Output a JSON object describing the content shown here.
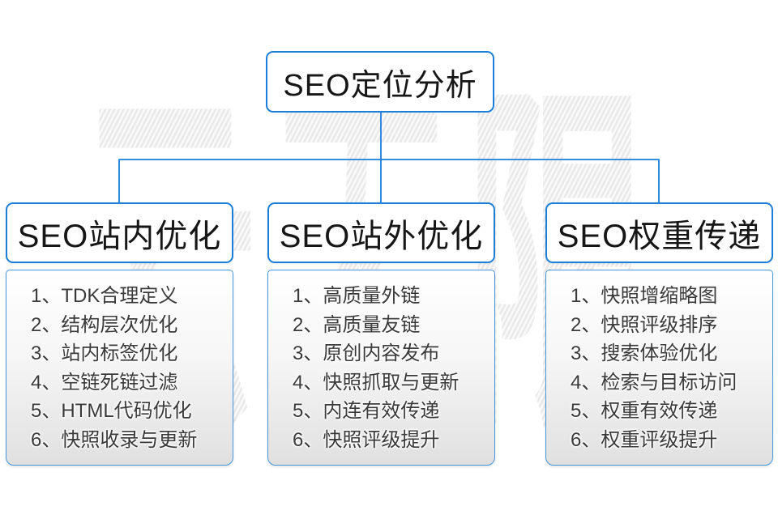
{
  "watermark": "云无限",
  "accent_color": "#1b7ed9",
  "root": {
    "title": "SEO定位分析"
  },
  "columns": [
    {
      "title": "SEO站内优化",
      "items": [
        "1、TDK合理定义",
        "2、结构层次优化",
        "3、站内标签优化",
        "4、空链死链过滤",
        "5、HTML代码优化",
        "6、快照收录与更新"
      ]
    },
    {
      "title": "SEO站外优化",
      "items": [
        "1、高质量外链",
        "2、高质量友链",
        "3、原创内容发布",
        "4、快照抓取与更新",
        "5、内连有效传递",
        "6、快照评级提升"
      ]
    },
    {
      "title": "SEO权重传递",
      "items": [
        "1、快照增缩略图",
        "2、快照评级排序",
        "3、搜索体验优化",
        "4、检索与目标访问",
        "5、权重有效传递",
        "6、权重评级提升"
      ]
    }
  ]
}
